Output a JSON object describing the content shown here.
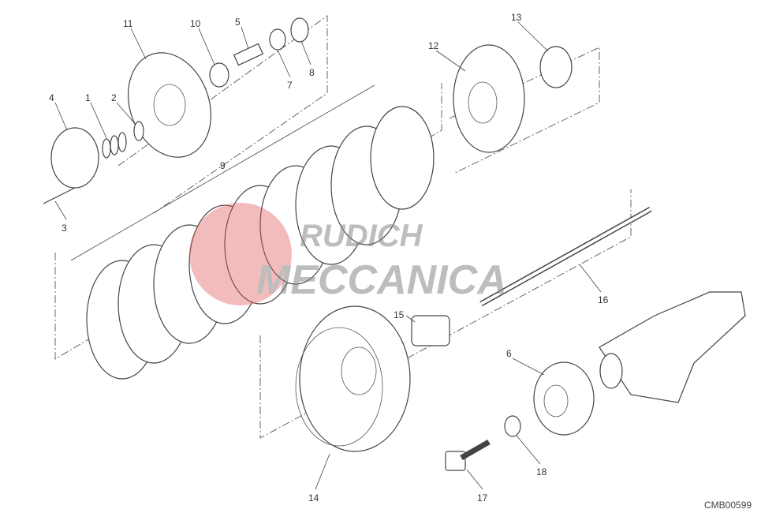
{
  "diagram": {
    "callouts": [
      "1",
      "2",
      "3",
      "4",
      "5",
      "6",
      "7",
      "8",
      "9",
      "10",
      "11",
      "12",
      "13",
      "14",
      "15",
      "16",
      "17",
      "18"
    ],
    "drawing_code": "CMB00599",
    "watermark": {
      "line1": "RUDICH",
      "line2": "MECCANICA",
      "color": "#e05050"
    }
  }
}
